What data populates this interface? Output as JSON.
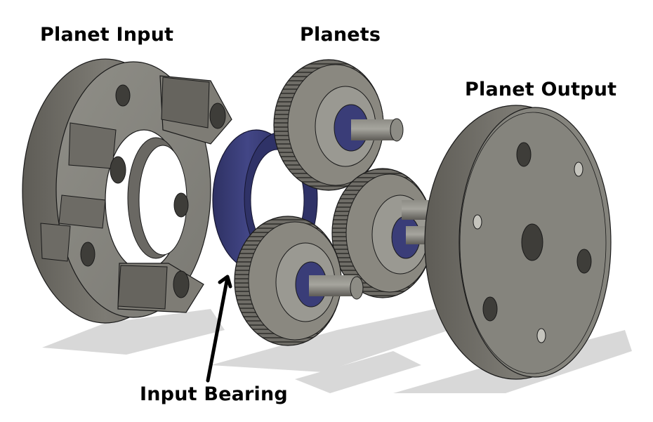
{
  "figure": {
    "type": "exploded CAD assembly render",
    "subject": "planetary gear stage"
  },
  "labels": {
    "planet_input": "Planet Input",
    "planets": "Planets",
    "planet_output": "Planet Output",
    "input_bearing": "Input Bearing"
  },
  "parts": [
    {
      "name": "Planet Input",
      "color": "#7d7b74"
    },
    {
      "name": "Input Bearing",
      "color": "#3a3d78"
    },
    {
      "name": "Planets",
      "count": 3,
      "color": "#8a8880"
    },
    {
      "name": "Planet Output",
      "color": "#85847d"
    }
  ],
  "colors": {
    "metal_light": "#9a9992",
    "metal_mid": "#7d7b74",
    "metal_dark": "#4e4c47",
    "bearing_blue": "#3a3d78",
    "bearing_dark": "#272a55",
    "shadow": "#d6d6d6",
    "text": "#000000",
    "background": "#ffffff"
  }
}
